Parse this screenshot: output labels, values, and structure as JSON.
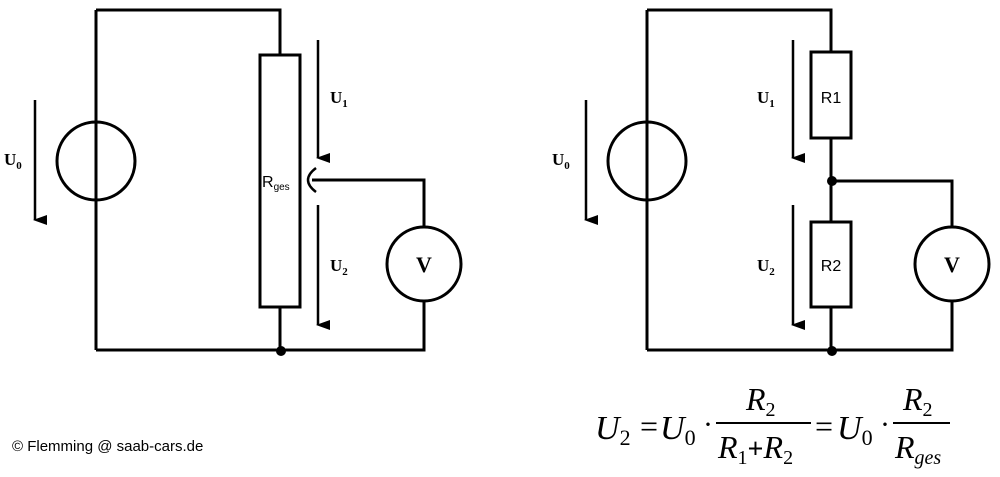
{
  "left_circuit": {
    "source_label": {
      "main": "U",
      "sub": "0"
    },
    "u1_label": {
      "main": "U",
      "sub": "1"
    },
    "u2_label": {
      "main": "U",
      "sub": "2"
    },
    "resistor_label": {
      "main": "R",
      "sub": "ges"
    },
    "voltmeter_label": "V"
  },
  "right_circuit": {
    "source_label": {
      "main": "U",
      "sub": "0"
    },
    "u1_label": {
      "main": "U",
      "sub": "1"
    },
    "u2_label": {
      "main": "U",
      "sub": "2"
    },
    "r1_label": "R1",
    "r2_label": "R2",
    "voltmeter_label": "V"
  },
  "formula": {
    "lhs": "U",
    "lhs_sub": "2",
    "eq1": "=",
    "u0": "U",
    "u0_sub": "0",
    "dot": "·",
    "num1": "R",
    "num1_sub": "2",
    "den1_a": "R",
    "den1_a_sub": "1",
    "plus": "+",
    "den1_b": "R",
    "den1_b_sub": "2",
    "eq2": "=",
    "u0b": "U",
    "u0b_sub": "0",
    "dot2": "·",
    "num2": "R",
    "num2_sub": "2",
    "den2": "R",
    "den2_sub": "ges"
  },
  "copyright": "© Flemming @ saab-cars.de"
}
